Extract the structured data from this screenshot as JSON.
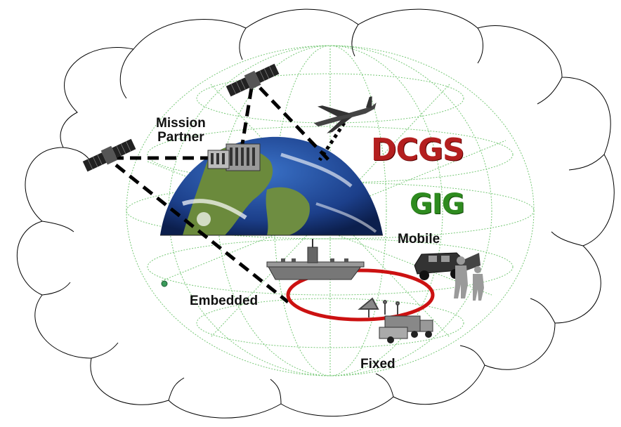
{
  "labels": {
    "mission_partner_line1": "Mission",
    "mission_partner_line2": "Partner",
    "dcgs": "DCGS",
    "gig": "GIG",
    "mobile": "Mobile",
    "embedded": "Embedded",
    "fixed": "Fixed"
  },
  "colors": {
    "dcgs": "#b41f1f",
    "gig": "#2e8b1f",
    "ring": "#cc1111",
    "grid": "#5fbf5f",
    "link": "#000000"
  },
  "icons": [
    "cloud",
    "earth-globe",
    "satellite-icon",
    "aircraft-icon",
    "building-icon",
    "ship-icon",
    "vehicle-icon",
    "soldier-icon",
    "truck-icon",
    "antenna-icon"
  ]
}
